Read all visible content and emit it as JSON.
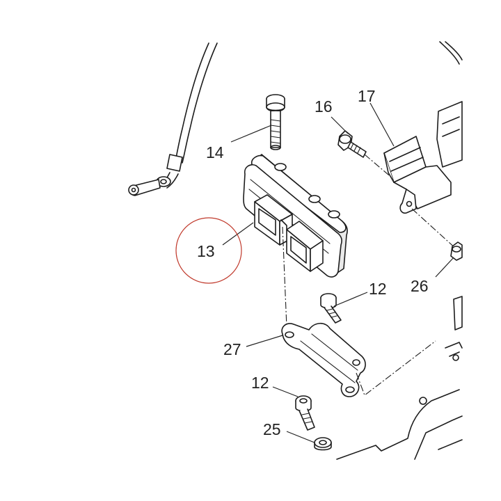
{
  "callouts": [
    {
      "id": "label-13",
      "text": "13"
    },
    {
      "id": "label-14",
      "text": "14"
    },
    {
      "id": "label-16",
      "text": "16"
    },
    {
      "id": "label-17",
      "text": "17"
    },
    {
      "id": "label-26",
      "text": "26"
    },
    {
      "id": "label-12a",
      "text": "12"
    },
    {
      "id": "label-27",
      "text": "27"
    },
    {
      "id": "label-12b",
      "text": "12"
    },
    {
      "id": "label-25",
      "text": "25"
    }
  ],
  "colors": {
    "ink": "#1c1c1c",
    "highlight_circle": "#c0392b",
    "background": "#ffffff"
  }
}
